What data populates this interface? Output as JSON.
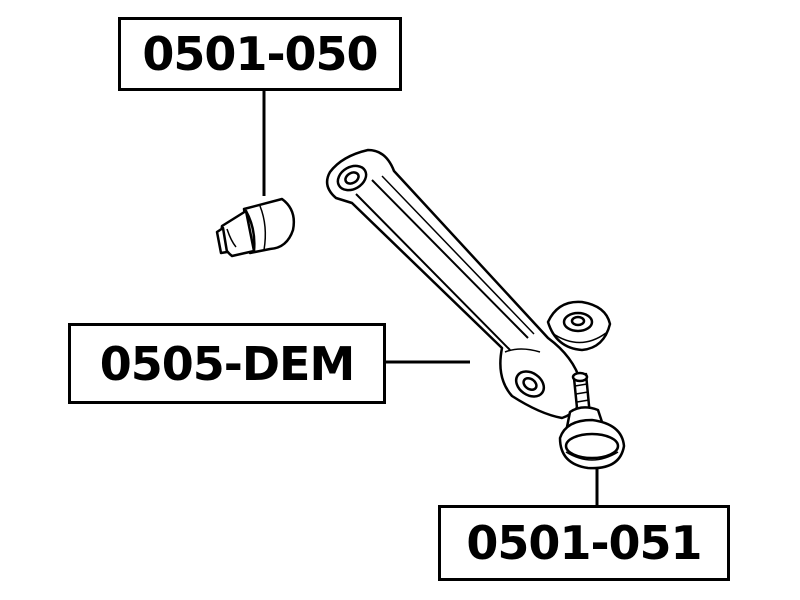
{
  "labels": {
    "bushing": "0501-050",
    "control_arm": "0505-DEM",
    "ball_joint": "0501-051"
  }
}
